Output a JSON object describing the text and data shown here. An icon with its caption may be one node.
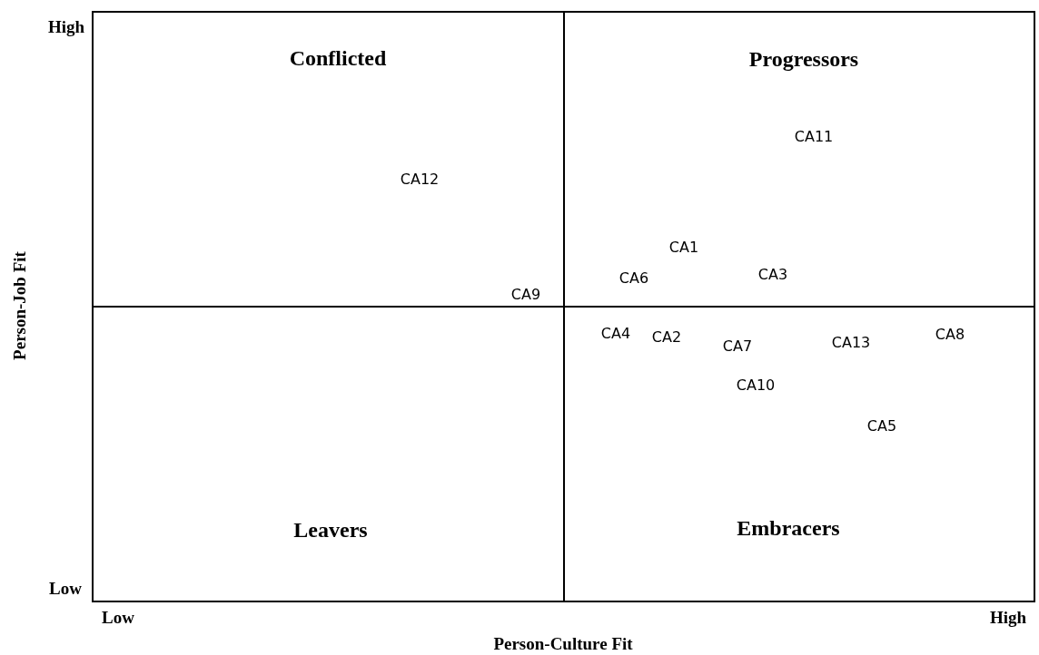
{
  "diagram": {
    "nodes": [
      {
        "text": [
          "Conflicted"
        ]
      },
      {
        "text": [
          "Progressors"
        ]
      },
      {
        "text": [
          "Leavers"
        ]
      },
      {
        "text": [
          "Embracers"
        ]
      }
    ],
    "labels": [
      "High",
      "Person-Job Fit",
      "CA11",
      "CA12",
      "CA1",
      "CA3",
      "CA6",
      "CA9",
      "CA4",
      "CA8",
      "CA2",
      "CA13",
      "CA7",
      "CA10",
      "CA5",
      "Low",
      "Low",
      "High",
      "Person-Culture Fit"
    ]
  }
}
